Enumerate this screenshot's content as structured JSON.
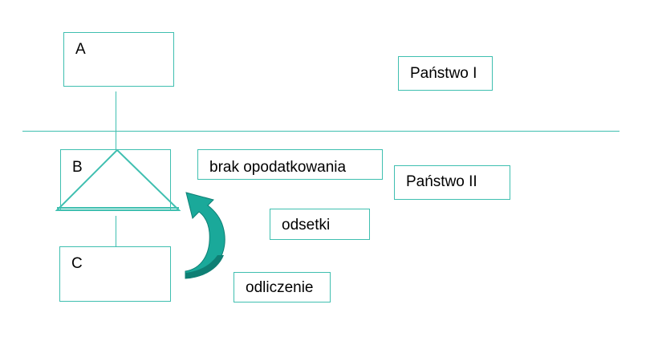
{
  "nodes": {
    "a": "A",
    "b": "B",
    "c": "C"
  },
  "labels": {
    "country_1": "Państwo I",
    "country_2": "Państwo II",
    "no_taxation": "brak opodatkowania",
    "interest": "odsetki",
    "deduction": "odliczenie"
  },
  "colors": {
    "line": "#3fbfb0",
    "arrow": "#1aa99a",
    "arrow_dark": "#0f7f74"
  }
}
